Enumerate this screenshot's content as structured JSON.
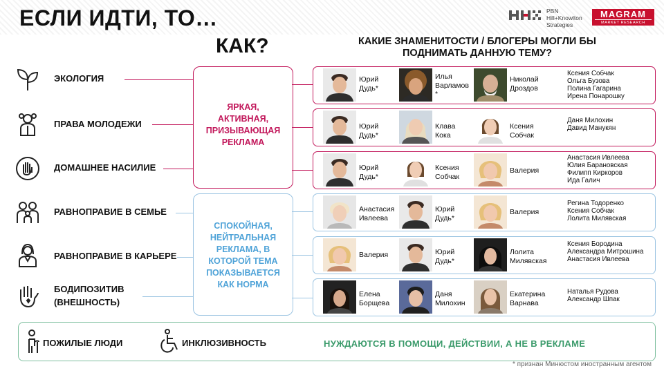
{
  "header": {
    "title": "ЕСЛИ ИДТИ, ТО…",
    "logo_pbn_lines": [
      "PBN",
      "Hill+Knowlton",
      "Strategies"
    ],
    "logo_magram_main": "MAGRAM",
    "logo_magram_sub": "MARKET RESEARCH"
  },
  "how_heading": "КАК?",
  "celebs_heading": "КАКИЕ ЗНАМЕНИТОСТИ / БЛОГЕРЫ МОГЛИ БЫ ПОДНИМАТЬ ДАННУЮ ТЕМУ?",
  "topics": [
    {
      "label": "ЭКОЛОГИЯ",
      "icon": "plant-sprout-icon"
    },
    {
      "label": "ПРАВА МОЛОДЕЖИ",
      "icon": "young-person-icon"
    },
    {
      "label": "ДОМАШНЕЕ НАСИЛИЕ",
      "icon": "stop-hand-icon"
    },
    {
      "label": "РАВНОПРАВИЕ В СЕМЬЕ",
      "icon": "family-icon"
    },
    {
      "label": "РАВНОПРАВИЕ В КАРЬЕРЕ",
      "icon": "businesswoman-icon"
    },
    {
      "label": "БОДИПОЗИТИВ (ВНЕШНОСТЬ)",
      "label_line1": "БОДИПОЗИТИВ",
      "label_line2": "(ВНЕШНОСТЬ)",
      "icon": "body-positive-hand-icon"
    }
  ],
  "approaches": {
    "bright": {
      "lines": [
        "ЯРКАЯ,",
        "АКТИВНАЯ,",
        "ПРИЗЫВАЮЩАЯ",
        "РЕКЛАМА"
      ],
      "color": "#c2185b"
    },
    "calm": {
      "lines": [
        "СПОКОЙНАЯ,",
        "НЕЙТРАЛЬНАЯ",
        "РЕКЛАМА, В",
        "КОТОРОЙ ТЕМА",
        "ПОКАЗЫВАЕТСЯ",
        "КАК НОРМА"
      ],
      "color": "#4fa3d8"
    }
  },
  "celeb_rows": [
    {
      "people": [
        {
          "name": "Юрий Дудь*",
          "lines": [
            "Юрий",
            "Дудь*"
          ]
        },
        {
          "name": "Илья Варламов*",
          "lines": [
            "Илья",
            "Варламов",
            "*"
          ]
        },
        {
          "name": "Николай Дроздов",
          "lines": [
            "Николай",
            "Дроздов"
          ]
        }
      ],
      "others": [
        "Ксения Собчак",
        "Ольга Бузова",
        "Полина Гагарина",
        "Ирена Понарошку"
      ]
    },
    {
      "people": [
        {
          "name": "Юрий Дудь*",
          "lines": [
            "Юрий",
            "Дудь*"
          ]
        },
        {
          "name": "Клава Кока",
          "lines": [
            "Клава",
            "Кока"
          ]
        },
        {
          "name": "Ксения Собчак",
          "lines": [
            "Ксения",
            "Собчак"
          ]
        }
      ],
      "others": [
        "Даня Милохин",
        "Давид Манукян"
      ]
    },
    {
      "people": [
        {
          "name": "Юрий Дудь*",
          "lines": [
            "Юрий",
            "Дудь*"
          ]
        },
        {
          "name": "Ксения Собчак",
          "lines": [
            "Ксения",
            "Собчак"
          ]
        },
        {
          "name": "Валерия",
          "lines": [
            "Валерия"
          ]
        }
      ],
      "others": [
        "Анастасия Ивлеева",
        "Юлия Барановская",
        "Филипп Киркоров",
        "Ида Галич"
      ]
    },
    {
      "people": [
        {
          "name": "Анастасия Ивлеева",
          "lines": [
            "Анастасия",
            "Ивлеева"
          ]
        },
        {
          "name": "Юрий Дудь*",
          "lines": [
            "Юрий",
            "Дудь*"
          ]
        },
        {
          "name": "Валерия",
          "lines": [
            "Валерия"
          ]
        }
      ],
      "others": [
        "Регина Тодоренко",
        "Ксения Собчак",
        "Лолита Милявская"
      ]
    },
    {
      "people": [
        {
          "name": "Валерия",
          "lines": [
            "Валерия"
          ]
        },
        {
          "name": "Юрий Дудь*",
          "lines": [
            "Юрий",
            "Дудь*"
          ]
        },
        {
          "name": "Лолита Милявская",
          "lines": [
            "Лолита",
            "Милявская"
          ]
        }
      ],
      "others": [
        "Ксения Бородина",
        "Александра Митрошина",
        "Анастасия Ивлеева"
      ]
    },
    {
      "people": [
        {
          "name": "Елена Борщева",
          "lines": [
            "Елена",
            "Борщева"
          ]
        },
        {
          "name": "Даня Милохин",
          "lines": [
            "Даня",
            "Милохин"
          ]
        },
        {
          "name": "Екатерина Варнава",
          "lines": [
            "Екатерина",
            "Варнава"
          ]
        }
      ],
      "others": [
        "Наталья Рудова",
        "Александр Шпак"
      ]
    }
  ],
  "bottom": {
    "elderly_label": "ПОЖИЛЫЕ ЛЮДИ",
    "elderly_icon": "elderly-person-icon",
    "inclusivity_label": "ИНКЛЮЗИВНОСТЬ",
    "inclusivity_icon": "wheelchair-icon",
    "need_text": "НУЖДАЮТСЯ В ПОМОЩИ, ДЕЙСТВИИ, А НЕ В РЕКЛАМЕ"
  },
  "footnote": "* признан Минюстом иностранным агентом",
  "colors": {
    "pink": "#c2185b",
    "blue": "#9bc4e2",
    "green": "#3a9a6a",
    "brand_red": "#c8102e"
  }
}
